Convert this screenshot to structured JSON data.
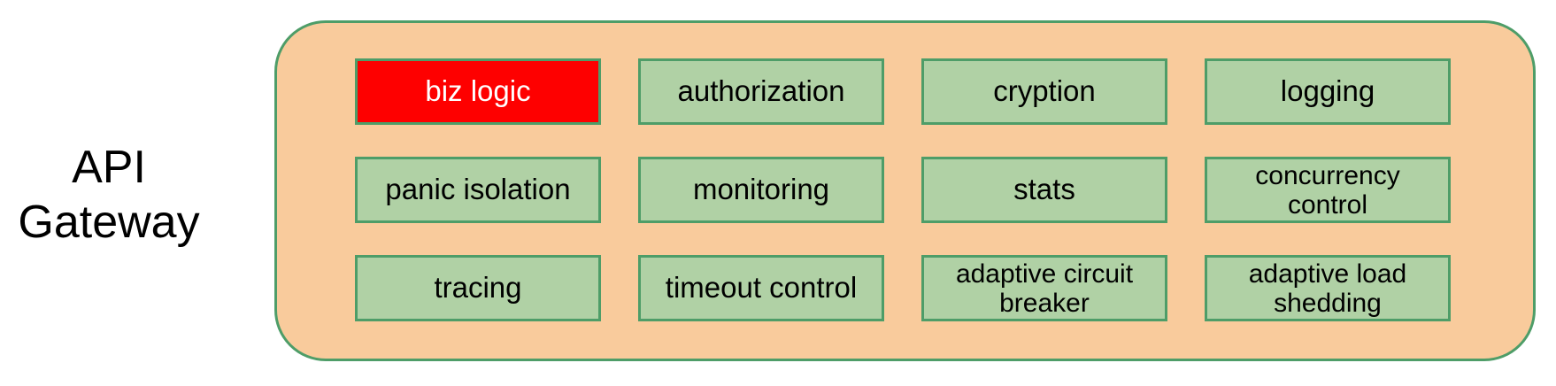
{
  "diagram_title": "API Gateway",
  "side_label": {
    "text": "API\nGateway"
  },
  "colors": {
    "background": "#ffffff",
    "container_fill": "#F9CB9C",
    "border_green": "#4E9D68",
    "box_fill": "#B0D1A5",
    "highlight_fill": "#FE0000",
    "highlight_text": "#ffffff",
    "text": "#000000"
  },
  "gateway": {
    "rows": [
      [
        {
          "label": "biz logic",
          "highlight": true
        },
        {
          "label": "authorization",
          "highlight": false
        },
        {
          "label": "cryption",
          "highlight": false
        },
        {
          "label": "logging",
          "highlight": false
        }
      ],
      [
        {
          "label": "panic isolation",
          "highlight": false
        },
        {
          "label": "monitoring",
          "highlight": false
        },
        {
          "label": "stats",
          "highlight": false
        },
        {
          "label": "concurrency\ncontrol",
          "highlight": false
        }
      ],
      [
        {
          "label": "tracing",
          "highlight": false
        },
        {
          "label": "timeout control",
          "highlight": false
        },
        {
          "label": "adaptive circuit\nbreaker",
          "highlight": false
        },
        {
          "label": "adaptive load\nshedding",
          "highlight": false
        }
      ]
    ]
  }
}
